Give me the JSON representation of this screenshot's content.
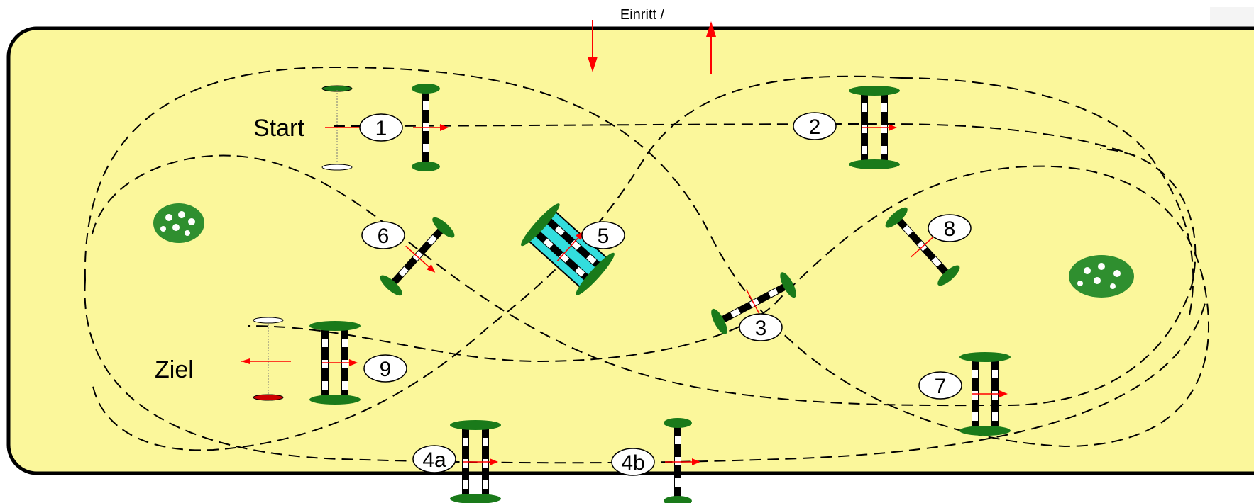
{
  "entry_label": "Einritt /\nAusritt",
  "start_label": "Start",
  "finish_label": "Ziel",
  "colors": {
    "arena_fill": "#fbf79b",
    "arena_border": "#000000",
    "arrow": "#ff0000",
    "pole_black": "#000000",
    "pole_white": "#ffffff",
    "standard_green": "#1a7a1a",
    "water_cyan": "#33dddd",
    "flower_green": "#2f8f2f",
    "path": "#000000"
  },
  "jumps": [
    {
      "number": "1",
      "type": "vertical",
      "icon": "single-pole-jump-icon"
    },
    {
      "number": "2",
      "type": "oxer",
      "icon": "double-pole-jump-icon"
    },
    {
      "number": "3",
      "type": "vertical",
      "icon": "single-pole-jump-icon"
    },
    {
      "number": "4a",
      "type": "oxer",
      "icon": "double-pole-jump-icon"
    },
    {
      "number": "4b",
      "type": "vertical",
      "icon": "single-pole-jump-icon"
    },
    {
      "number": "5",
      "type": "water-jump",
      "icon": "water-jump-icon"
    },
    {
      "number": "6",
      "type": "vertical",
      "icon": "single-pole-jump-icon"
    },
    {
      "number": "7",
      "type": "oxer",
      "icon": "double-pole-jump-icon"
    },
    {
      "number": "8",
      "type": "vertical",
      "icon": "single-pole-jump-icon"
    },
    {
      "number": "9",
      "type": "oxer",
      "icon": "double-pole-jump-icon"
    }
  ],
  "decorations": [
    "flower-bed-icon",
    "flower-bed-icon"
  ]
}
